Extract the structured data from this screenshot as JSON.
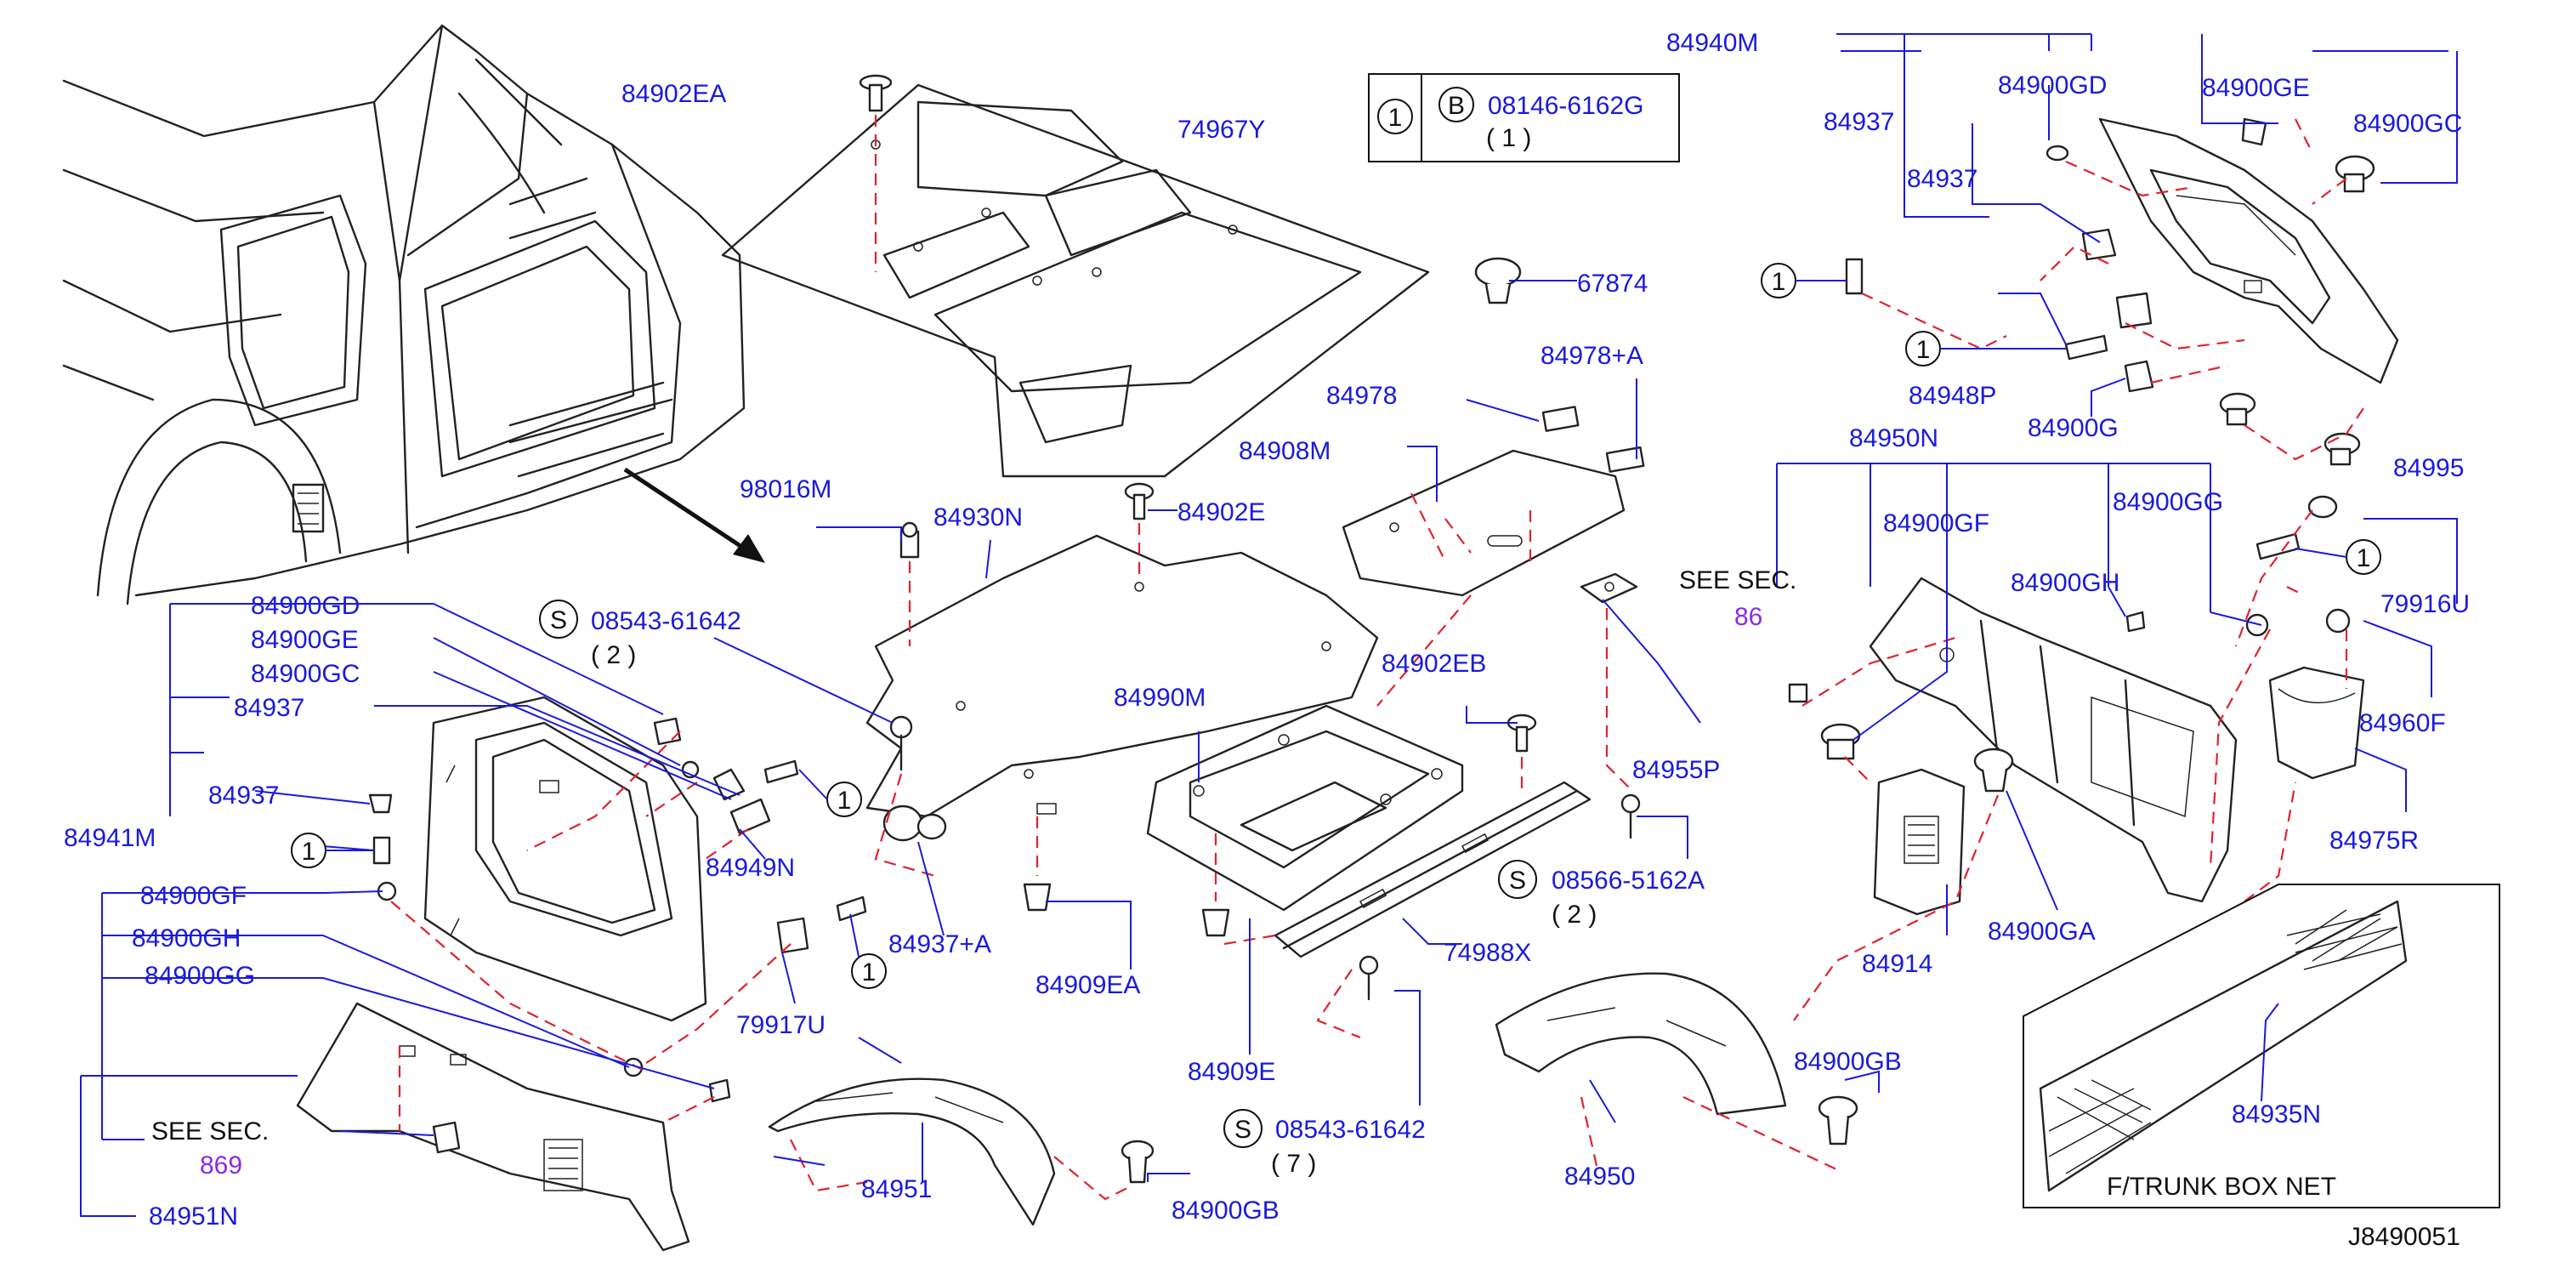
{
  "diagram_id": "J8490051",
  "bolt_spec": {
    "ref_number": "1",
    "ref_letter": "B",
    "part": "08146-6162G",
    "qty": "( 1 )"
  },
  "callouts": {
    "c1": "1",
    "s_symbol": "S"
  },
  "screw_specs": {
    "s1_part": "08543-61642",
    "s1_qty": "( 2 )",
    "s2_part": "08566-5162A",
    "s2_qty": "( 2 )",
    "s3_part": "08543-61642",
    "s3_qty": "( 7 )"
  },
  "see_sec": {
    "label": "SEE   SEC.",
    "ref": "869",
    "ref_partial": "86"
  },
  "net_box": {
    "part": "84935N",
    "title": "F/TRUNK   BOX   NET"
  },
  "parts": {
    "p84902EA": "84902EA",
    "p74967Y": "74967Y",
    "p84940M": "84940M",
    "p84937_a": "84937",
    "p84900GD_top": "84900GD",
    "p84900GE_top": "84900GE",
    "p84900GC_top": "84900GC",
    "p84937_b": "84937",
    "p67874": "67874",
    "p84978A": "84978+A",
    "p84978": "84978",
    "p84908M": "84908M",
    "p84948P": "84948P",
    "p84900G": "84900G",
    "p84995": "84995",
    "p84950N": "84950N",
    "p84900GG_r": "84900GG",
    "p84900GF_r": "84900GF",
    "p84900GH_r": "84900GH",
    "p79916U": "79916U",
    "p84960F": "84960F",
    "p84975R": "84975R",
    "p98016M": "98016M",
    "p84930N": "84930N",
    "p84902E": "84902E",
    "p84902EB": "84902EB",
    "p84990M": "84990M",
    "p84955P": "84955P",
    "p84900GD_l": "84900GD",
    "p84900GE_l": "84900GE",
    "p84900GC_l": "84900GC",
    "p84937_l1": "84937",
    "p84937_l2": "84937",
    "p84941M": "84941M",
    "p84949N": "84949N",
    "p84900GF_l": "84900GF",
    "p84900GH_l": "84900GH",
    "p84900GG_l": "84900GG",
    "p84951N": "84951N",
    "p84937A": "84937+A",
    "p79917U": "79917U",
    "p84909EA": "84909EA",
    "p84909E": "84909E",
    "p74988X": "74988X",
    "p84914": "84914",
    "p84900GA": "84900GA",
    "p84951": "84951",
    "p84900GB_l": "84900GB",
    "p84950": "84950",
    "p84900GB_r": "84900GB"
  },
  "colors": {
    "label": "#1a1adc",
    "leader": "#1a1adc",
    "dash": "#e0222e",
    "part_line": "#222222",
    "see_ref": "#8a2be2"
  }
}
